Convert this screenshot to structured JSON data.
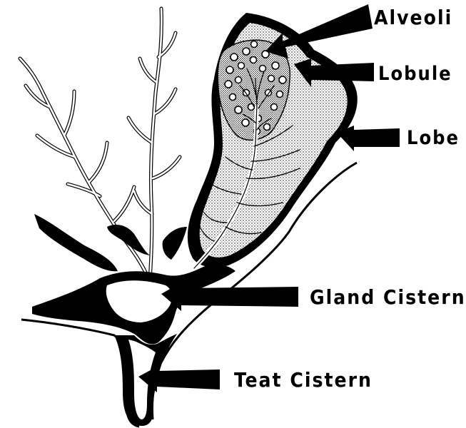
{
  "labels": {
    "alveoli": "Alveoli",
    "lobule": "Lobule",
    "lobe": "Lobe",
    "gland_cistern": "Gland Cistern",
    "teat_cistern": "Teat Cistern"
  },
  "colors": {
    "ink": "#000000",
    "paper": "#ffffff",
    "stipple": "#000000"
  }
}
